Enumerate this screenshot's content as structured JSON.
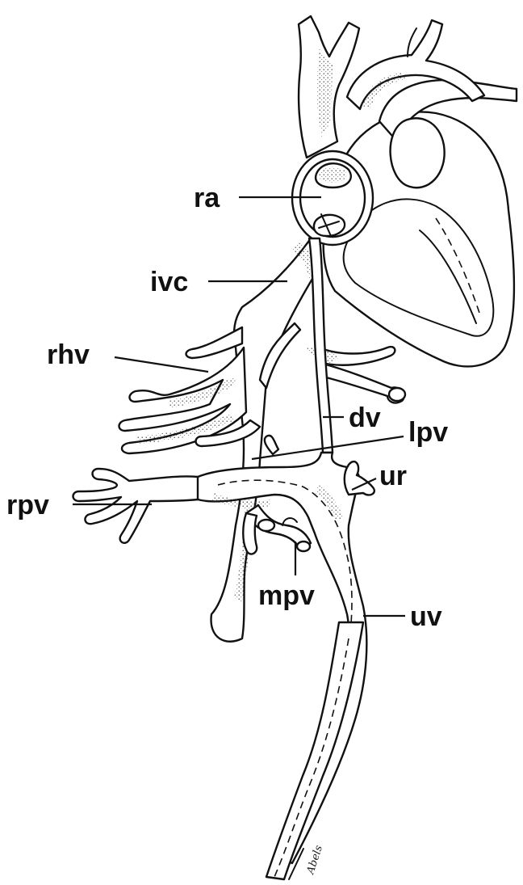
{
  "labels": {
    "ra": "ra",
    "ivc": "ivc",
    "rhv": "rhv",
    "dv": "dv",
    "lpv": "lpv",
    "ur": "ur",
    "rpv": "rpv",
    "mpv": "mpv",
    "uv": "uv"
  },
  "signature": "Abels",
  "colors": {
    "ink": "#111111",
    "background": "#ffffff"
  }
}
